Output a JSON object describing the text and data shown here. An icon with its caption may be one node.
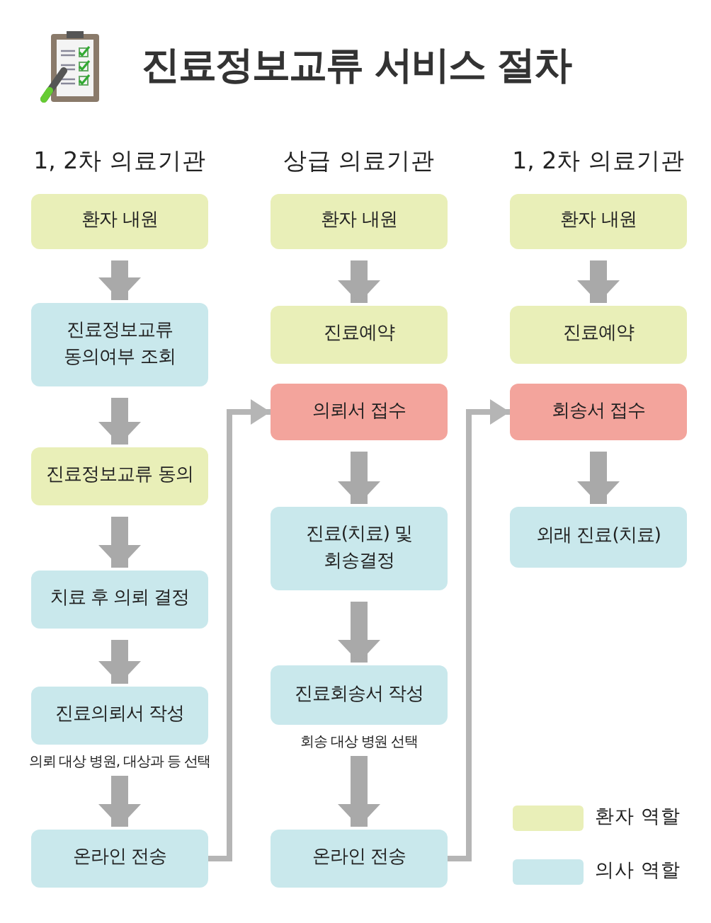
{
  "diagram": {
    "title": "진료정보교류 서비스 절차",
    "nodes": [
      {
        "text": [
          "환자 내원"
        ]
      },
      {
        "text": [
          "진료정보교류 동의여부 조회"
        ]
      },
      {
        "text": [
          "진료정보교류 동의"
        ]
      },
      {
        "text": [
          "치료 후 의뢰 결정"
        ]
      },
      {
        "text": [
          "진료의뢰서 작성"
        ],
        "beside": [
          "의뢰 대상 병원, 대상과 등 선택"
        ]
      },
      {
        "text": [
          "온라인 전송"
        ]
      },
      {
        "text": [
          "환자 내원"
        ]
      },
      {
        "text": [
          "진료예약"
        ]
      },
      {
        "text": [
          "의뢰서 접수"
        ]
      },
      {
        "text": [
          "진료(치료) 및 회송결정"
        ]
      },
      {
        "text": [
          "진료회송서 작성"
        ],
        "beside": [
          "회송 대상 병원 선택"
        ]
      },
      {
        "text": [
          "온라인 전송"
        ]
      },
      {
        "text": [
          "환자 내원"
        ]
      },
      {
        "text": [
          "진료예약"
        ]
      },
      {
        "text": [
          "회송서 접수"
        ]
      },
      {
        "text": [
          "외래 진료(치료)"
        ]
      }
    ],
    "edges": [
      {
        "from": 0,
        "to": 1,
        "arrow": "to"
      },
      {
        "from": 1,
        "to": 2,
        "arrow": "to"
      },
      {
        "from": 2,
        "to": 3,
        "arrow": "to"
      },
      {
        "from": 3,
        "to": 4,
        "arrow": "to"
      },
      {
        "from": 4,
        "to": 5,
        "arrow": "to"
      },
      {
        "from": 6,
        "to": 7,
        "arrow": "to"
      },
      {
        "from": 8,
        "to": 9,
        "arrow": "to"
      },
      {
        "from": 9,
        "to": 10,
        "arrow": "to"
      },
      {
        "from": 10,
        "to": 11,
        "arrow": "to"
      },
      {
        "from": 12,
        "to": 13,
        "arrow": "to"
      },
      {
        "from": 14,
        "to": 15,
        "arrow": "to"
      },
      {
        "from": 5,
        "to": 8,
        "arrow": "to"
      },
      {
        "from": 11,
        "to": 14,
        "arrow": "to"
      }
    ],
    "labels": [
      "1, 2차 의료기관",
      "상급 의료기관",
      "1, 2차 의료기관"
    ],
    "legend": [
      {
        "text": "환자 역할",
        "color": "#e9efb8"
      },
      {
        "text": "의사 역할",
        "color": "#c9e8ec"
      }
    ]
  }
}
